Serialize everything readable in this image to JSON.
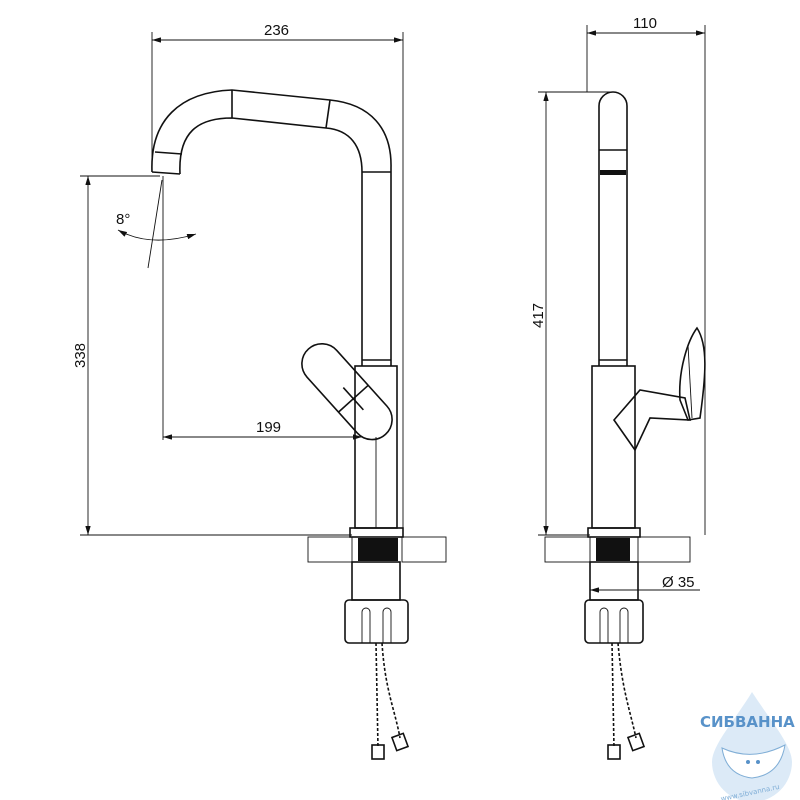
{
  "front_view": {
    "width_dim": "236",
    "height_dim": "338",
    "reach_dim": "199",
    "angle_dim": "8°"
  },
  "side_view": {
    "depth_dim": "110",
    "height_dim": "417",
    "diameter_dim": "Ø 35"
  },
  "watermark": {
    "brand": "СИБВАННА",
    "url": "www.sibvanna.ru",
    "color": "#3c7fc0"
  }
}
